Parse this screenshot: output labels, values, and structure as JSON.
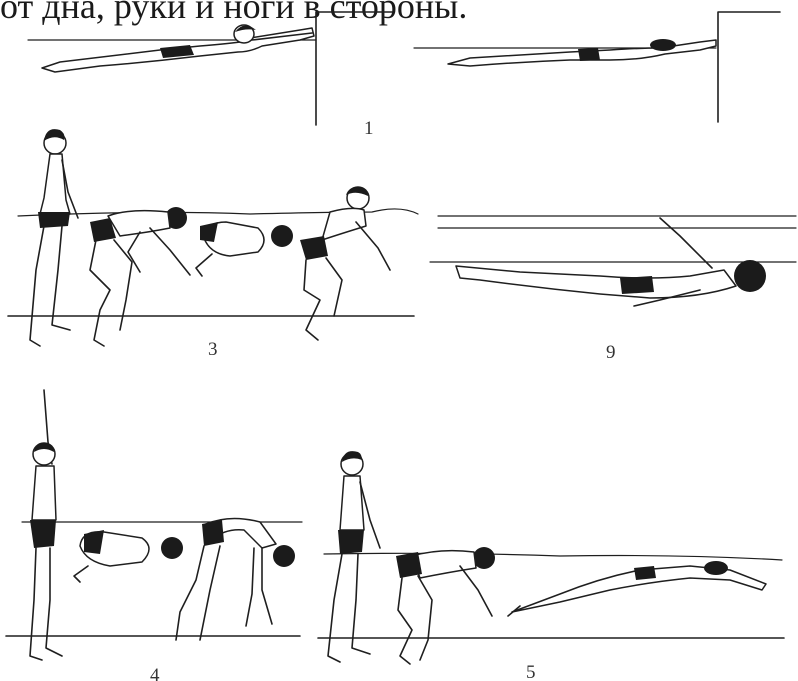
{
  "heading_fragment": "от дна, руки и ноги в стороны.",
  "figures": [
    {
      "label": "1"
    },
    {
      "label": "3"
    },
    {
      "label": "9"
    },
    {
      "label": "4"
    },
    {
      "label": "5"
    }
  ],
  "colors": {
    "ink": "#1f1f1f",
    "paper": "#ffffff"
  }
}
